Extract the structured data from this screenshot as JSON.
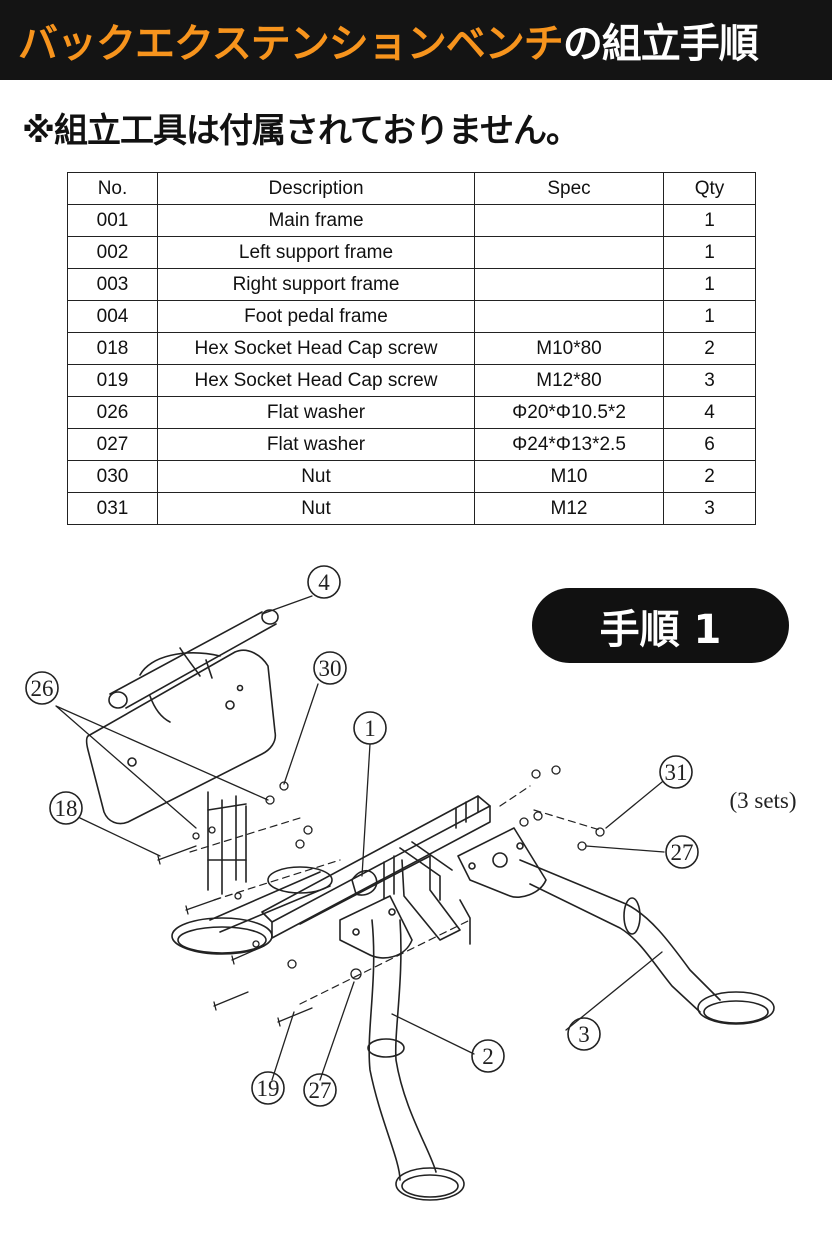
{
  "header": {
    "title_accent": "バックエクステンションベンチ",
    "title_rest": "の組立手順",
    "accent_color": "#f7941d",
    "background_color": "#141414"
  },
  "notice": "※組立工具は付属されておりません。",
  "parts_table": {
    "columns": [
      "No.",
      "Description",
      "Spec",
      "Qty"
    ],
    "rows": [
      {
        "no": "001",
        "description": "Main frame",
        "spec": "",
        "qty": "1"
      },
      {
        "no": "002",
        "description": "Left support frame",
        "spec": "",
        "qty": "1"
      },
      {
        "no": "003",
        "description": "Right support frame",
        "spec": "",
        "qty": "1"
      },
      {
        "no": "004",
        "description": "Foot pedal frame",
        "spec": "",
        "qty": "1"
      },
      {
        "no": "018",
        "description": "Hex Socket Head Cap screw",
        "spec": "M10*80",
        "qty": "2"
      },
      {
        "no": "019",
        "description": "Hex Socket Head Cap screw",
        "spec": "M12*80",
        "qty": "3"
      },
      {
        "no": "026",
        "description": "Flat washer",
        "spec": "Φ20*Φ10.5*2",
        "qty": "4"
      },
      {
        "no": "027",
        "description": "Flat washer",
        "spec": "Φ24*Φ13*2.5",
        "qty": "6"
      },
      {
        "no": "030",
        "description": "Nut",
        "spec": "M10",
        "qty": "2"
      },
      {
        "no": "031",
        "description": "Nut",
        "spec": "M12",
        "qty": "3"
      }
    ]
  },
  "step_badge": "手順 1",
  "diagram": {
    "callouts": {
      "c4": "4",
      "c30": "30",
      "c26": "26",
      "c1": "1",
      "c18": "18",
      "c31": "31",
      "c27a": "27",
      "c3": "3",
      "c2": "2",
      "c19": "19",
      "c27b": "27"
    },
    "sets_note": "(3 sets)"
  }
}
